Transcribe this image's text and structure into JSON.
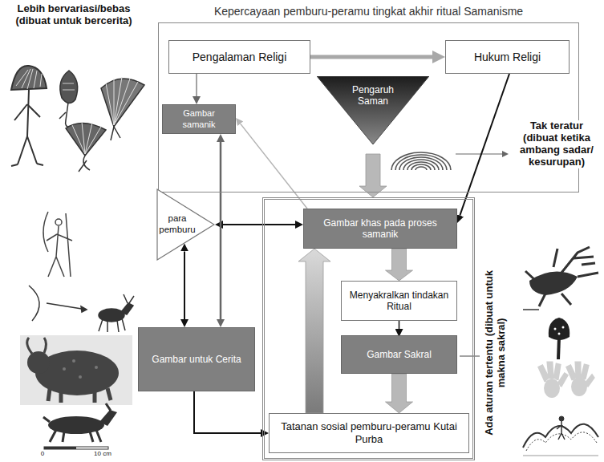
{
  "diagram": {
    "nodes": [
      {
        "text": [
          "Kepercayaan pemburu-peramu tingkat akhir ritual Samanisme"
        ]
      },
      {
        "text": [
          "Pengalaman Religi"
        ],
        "in": 0
      },
      {
        "text": [
          "Hukum Religi"
        ],
        "in": 0
      },
      {
        "text": [
          "Pengaruh Saman"
        ],
        "in": 0
      },
      {
        "text": [
          "Gambar samanik"
        ],
        "in": 0
      },
      {
        "text": [
          "para pemburu"
        ]
      },
      {
        "text": []
      },
      {
        "text": [
          "Gambar khas pada proses samanik"
        ],
        "in": 6
      },
      {
        "text": [
          "Menyakralkan tindakan Ritual"
        ],
        "in": 6
      },
      {
        "text": [
          "Gambar Sakral"
        ],
        "in": 6
      },
      {
        "text": [
          "Tatanan sosial pemburu-peramu Kutai Purba"
        ],
        "in": 6
      },
      {
        "text": [
          "Gambar untuk Cerita"
        ]
      }
    ],
    "edges": [
      {
        "from": 1,
        "to": 2,
        "arrow": "to"
      },
      {
        "from": 1,
        "to": 4,
        "arrow": "to"
      },
      {
        "from": 2,
        "to": 7,
        "arrow": "to"
      },
      {
        "from": 7,
        "to": 4,
        "arrow": "to"
      },
      {
        "from": 3,
        "to": 6,
        "arrow": "to"
      },
      {
        "from": 5,
        "to": 7,
        "arrow": "both"
      },
      {
        "from": 4,
        "to": 11,
        "arrow": "both"
      },
      {
        "from": 5,
        "to": 11,
        "arrow": "both"
      },
      {
        "from": 11,
        "to": 10,
        "arrow": "to"
      },
      {
        "from": 7,
        "to": 8,
        "arrow": "to"
      },
      {
        "from": 8,
        "to": 9,
        "arrow": "to"
      },
      {
        "from": 9,
        "to": 10,
        "arrow": "to"
      },
      {
        "from": 10,
        "to": 7,
        "arrow": "to"
      }
    ],
    "labels": [
      "Lebih bervariasi/bebas (dibuat untuk bercerita)",
      "Tak teratur (dibuat ketika ambang sadar/ kesurupan)",
      "Ada aturan tertentu (dibuat untuk makna sakral)",
      "0",
      "10 cm"
    ]
  }
}
